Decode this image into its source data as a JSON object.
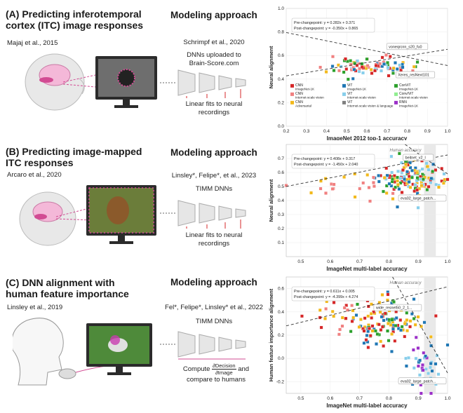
{
  "panels": [
    {
      "title_line1": "(A) Predicting inferotemporal",
      "title_line2": "cortex (ITC) image responses",
      "citation": "Majaj et al., 2015",
      "modeling_title": "Modeling approach",
      "modeling_citation": "Schrimpf et al., 2020",
      "model_text_line1": "DNNs uploaded to",
      "model_text_line2": "Brain-Score.com",
      "fit_text_line1": "Linear fits to neural",
      "fit_text_line2": "recordings"
    },
    {
      "title_line1": "(B) Predicting image-mapped",
      "title_line2": "ITC responses",
      "citation": "Arcaro et al., 2020",
      "modeling_title": "Modeling approach",
      "modeling_citation": "Linsley*, Felipe*, et al., 2023",
      "model_text_line1": "TIMM DNNs",
      "fit_text_line1": "Linear fits to neural",
      "fit_text_line2": "recordings"
    },
    {
      "title_line1": "(C) DNN alignment with",
      "title_line2": "human feature importance",
      "citation": "Linsley et al., 2019",
      "modeling_title": "Modeling approach",
      "modeling_citation": "Fel*, Felipe*, Linsley* et al., 2022",
      "model_text_line1": "TIMM DNNs",
      "compute_word": "Compute",
      "frac_num": "∂Decision",
      "frac_den": "∂Image",
      "compute_and": "and",
      "compare_text": "compare to humans"
    }
  ],
  "chart_data": [
    {
      "type": "scatter",
      "xlabel": "ImageNet 2012 top-1 accuracy",
      "ylabel": "Neural alignment",
      "xlim": [
        0.2,
        1.0
      ],
      "ylim": [
        0.0,
        1.0
      ],
      "x_ticks": [
        "0.2",
        "0.3",
        "0.4",
        "0.5",
        "0.6",
        "0.7",
        "0.8",
        "0.9",
        "1.0"
      ],
      "y_ticks": [
        "0.0",
        "0.2",
        "0.4",
        "0.6",
        "0.8",
        "1.0"
      ],
      "grid": true,
      "changepoint_line1": "Pre-changepoint: y = 0.282x + 0.371",
      "changepoint_line2": "Post-changepoint: y = -0.350x + 0.865",
      "pre_fit": {
        "slope": 0.282,
        "intercept": 0.371
      },
      "post_fit": {
        "slope": -0.35,
        "intercept": 0.865
      },
      "annotations": [
        {
          "text": "voneqrcnn_s20_fu0",
          "x": 0.8,
          "y": 0.62
        },
        {
          "text": "Xeres_resNext101",
          "x": 0.84,
          "y": 0.5
        }
      ],
      "legend": [
        {
          "label1": "CNN",
          "label2": "ImageNet-1K",
          "color": "#d62728"
        },
        {
          "label1": "ViT",
          "label2": "ImageNet-1K",
          "color": "#1f77b4"
        },
        {
          "label1": "ConViT",
          "label2": "ImageNet-1K",
          "color": "#2ca02c"
        },
        {
          "label1": "CNN",
          "label2": "Internet-scale vision",
          "color": "#f08080"
        },
        {
          "label1": "ViT",
          "label2": "Internet-scale vision",
          "color": "#87ceeb"
        },
        {
          "label1": "Conv/ViT",
          "label2": "Internet-scale vision",
          "color": "#90ee90"
        },
        {
          "label1": "CNN",
          "label2": "Adversarial",
          "color": "#f2b91c"
        },
        {
          "label1": "ViT",
          "label2": "Internet-scale vision & language",
          "color": "#7f7f7f"
        },
        {
          "label1": "RNN",
          "label2": "ImageNet-1K",
          "color": "#9b30c8"
        }
      ],
      "clusters": [
        {
          "cx": 0.62,
          "cy": 0.5,
          "sx": 0.12,
          "sy": 0.035,
          "n": 90,
          "colors": [
            "#d62728",
            "#f2b91c",
            "#1f77b4",
            "#f08080",
            "#87ceeb",
            "#2ca02c"
          ]
        }
      ]
    },
    {
      "type": "scatter",
      "xlabel": "ImageNet multi-label accuracy",
      "ylabel": "Neural alignment",
      "xlim": [
        0.45,
        1.0
      ],
      "ylim": [
        0.0,
        0.8
      ],
      "x_ticks": [
        "0.5",
        "0.6",
        "0.7",
        "0.8",
        "0.9",
        "1.0"
      ],
      "y_ticks": [
        "0.1",
        "0.2",
        "0.3",
        "0.4",
        "0.5",
        "0.6",
        "0.7"
      ],
      "grid": true,
      "band_label": "Human accuracy",
      "band": [
        0.92,
        0.96
      ],
      "changepoint_line1": "Pre-changepoint: y = 0.408x + 0.317",
      "changepoint_line2": "Post-changepoint: y = -1.450x + 2.040",
      "pre_fit": {
        "slope": 0.408,
        "intercept": 0.317
      },
      "post_fit": {
        "slope": -1.45,
        "intercept": 2.04
      },
      "annotations": [
        {
          "text": "beitnet_v2_l",
          "x": 0.9,
          "y": 0.66
        },
        {
          "text": "eva02_large_patch...",
          "x": 0.92,
          "y": 0.47
        }
      ],
      "clusters": [
        {
          "cx": 0.88,
          "cy": 0.56,
          "sx": 0.05,
          "sy": 0.06,
          "n": 150,
          "colors": [
            "#d62728",
            "#f2b91c",
            "#1f77b4",
            "#87ceeb",
            "#2ca02c"
          ]
        },
        {
          "cx": 0.68,
          "cy": 0.52,
          "sx": 0.08,
          "sy": 0.05,
          "n": 25,
          "colors": [
            "#f2b91c",
            "#f08080"
          ]
        }
      ]
    },
    {
      "type": "scatter",
      "xlabel": "ImageNet multi-label accuracy",
      "ylabel": "Human feature importance alignment",
      "xlim": [
        0.45,
        1.0
      ],
      "ylim": [
        -0.3,
        0.7
      ],
      "x_ticks": [
        "0.5",
        "0.6",
        "0.7",
        "0.8",
        "0.9",
        "1.0"
      ],
      "y_ticks": [
        "-0.2",
        "0.0",
        "0.2",
        "0.4",
        "0.6"
      ],
      "grid": true,
      "band_label": "Human accuracy",
      "band": [
        0.92,
        0.96
      ],
      "changepoint_line1": "Pre-changepoint: y = 0.611x + 0.005",
      "changepoint_line2": "Post-changepoint: y = -4.399x + 4.274",
      "pre_fit": {
        "slope": 0.611,
        "intercept": 0.005
      },
      "post_fit": {
        "slope": -4.399,
        "intercept": 4.274
      },
      "annotations": [
        {
          "text": "wide_resnet50_2_1...",
          "x": 0.83,
          "y": 0.38
        },
        {
          "text": "eva02_large_patch...",
          "x": 0.93,
          "y": -0.13
        }
      ],
      "clusters": [
        {
          "cx": 0.8,
          "cy": 0.3,
          "sx": 0.06,
          "sy": 0.1,
          "n": 110,
          "colors": [
            "#d62728",
            "#f2b91c",
            "#1f77b4",
            "#2ca02c"
          ]
        },
        {
          "cx": 0.92,
          "cy": -0.05,
          "sx": 0.03,
          "sy": 0.09,
          "n": 40,
          "colors": [
            "#87ceeb",
            "#1f77b4",
            "#9b30c8"
          ]
        },
        {
          "cx": 0.65,
          "cy": 0.35,
          "sx": 0.09,
          "sy": 0.07,
          "n": 30,
          "colors": [
            "#f2b91c",
            "#f08080",
            "#d62728"
          ]
        }
      ]
    }
  ]
}
